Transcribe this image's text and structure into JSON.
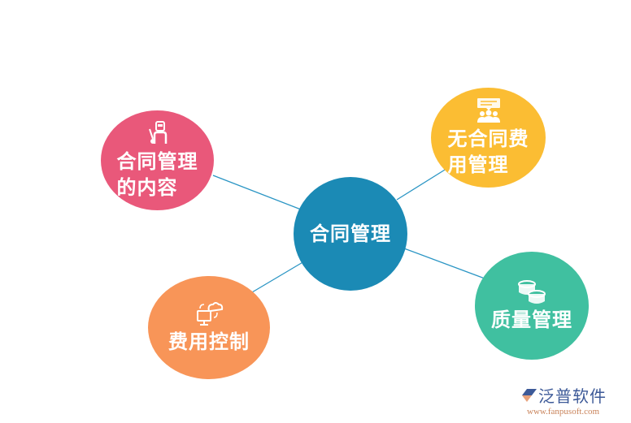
{
  "diagram": {
    "type": "mind-map",
    "center": {
      "label": "合同管理",
      "color": "#1b8ab5"
    },
    "nodes": [
      {
        "id": "contract-content",
        "label": "合同管理\n的内容",
        "icon": "welder-worker-icon",
        "color": "#e9587a"
      },
      {
        "id": "non-contract-cost",
        "label": "无合同费\n用管理",
        "icon": "team-chat-icon",
        "color": "#fbbd33"
      },
      {
        "id": "quality",
        "label": "质量管理",
        "icon": "coins-icon",
        "color": "#40c0a0"
      },
      {
        "id": "cost-control",
        "label": "费用控制",
        "icon": "cloud-sync-computer-icon",
        "color": "#f89558"
      }
    ],
    "line_color": "#2a95c4"
  },
  "watermark": {
    "brand": "泛普软件",
    "url": "www.fanpusoft.com"
  }
}
